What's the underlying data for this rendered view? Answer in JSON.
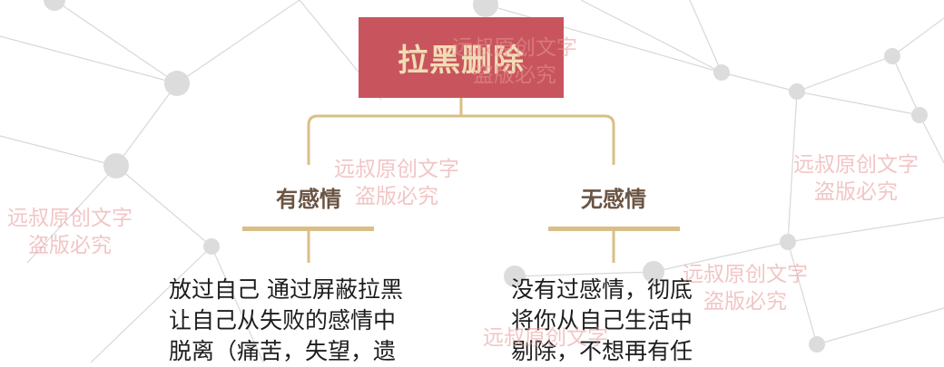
{
  "root": {
    "label": "拉黑删除"
  },
  "branches": [
    {
      "title": "有感情",
      "lines": [
        "放过自己 通过屏蔽拉黑",
        "让自己从失败的感情中",
        "脱离（痛苦，失望，遗"
      ]
    },
    {
      "title": "无感情",
      "lines": [
        "没有过感情，彻底",
        "将你从自己生活中",
        "剔除，不想再有任"
      ]
    }
  ],
  "watermark": {
    "line1": "远叔原创文字",
    "line2": "盗版必究"
  },
  "colors": {
    "root_bg": "#c8555d",
    "root_text": "#f2dcb6",
    "connector": "#d9bf86",
    "branch_title": "#6b5443",
    "watermark": "#e89696"
  }
}
